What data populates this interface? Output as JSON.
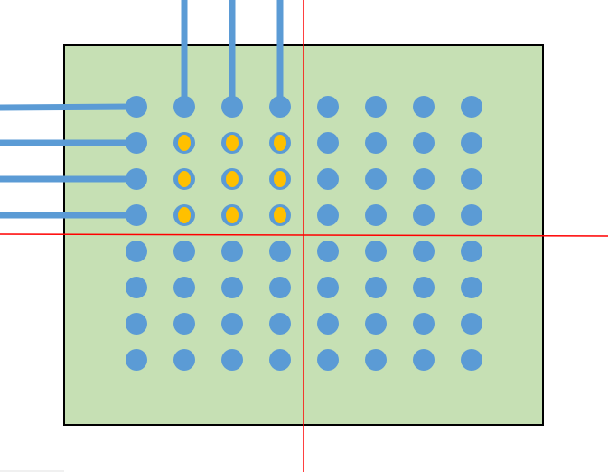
{
  "diagram": {
    "grid": {
      "rows": 8,
      "cols": 8
    },
    "connected_rows": [
      0,
      1,
      2,
      3
    ],
    "connected_cols": [
      1,
      2,
      3
    ],
    "highlighted_cells": [
      [
        1,
        1
      ],
      [
        1,
        2
      ],
      [
        1,
        3
      ],
      [
        2,
        1
      ],
      [
        2,
        2
      ],
      [
        2,
        3
      ],
      [
        3,
        1
      ],
      [
        3,
        2
      ],
      [
        3,
        3
      ]
    ],
    "colors": {
      "board_fill": "#c6e0b4",
      "board_stroke": "#000000",
      "dot": "#5b9bd5",
      "highlight": "#ffc000",
      "wire": "#5b9bd5",
      "crosshair": "#ff0000"
    }
  }
}
